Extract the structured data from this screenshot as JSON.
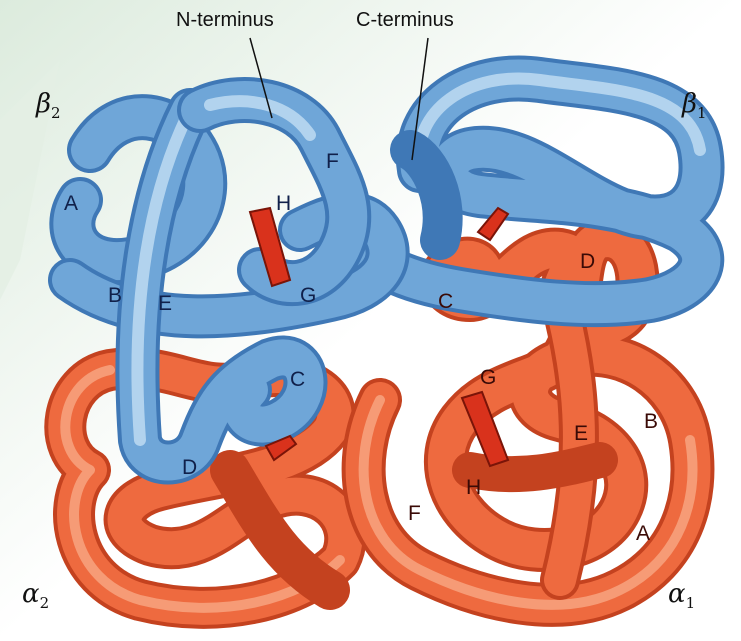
{
  "colors": {
    "beta_chain": "#6fa6d8",
    "beta_chain_highlight": "#b9d8f1",
    "beta_chain_dark": "#3f78b6",
    "alpha_chain": "#ee6a3f",
    "alpha_chain_highlight": "#f8a884",
    "alpha_chain_dark": "#c4421f",
    "heme": "#d9321c",
    "background_tint": "#e7f1e8"
  },
  "terminus_labels": {
    "n_terminus": "N-terminus",
    "c_terminus": "C-terminus"
  },
  "subunits": {
    "beta2": {
      "symbol": "β",
      "subscript": "2"
    },
    "beta1": {
      "symbol": "β",
      "subscript": "1"
    },
    "alpha2": {
      "symbol": "α",
      "subscript": "2"
    },
    "alpha1": {
      "symbol": "α",
      "subscript": "1"
    }
  },
  "helix_labels": {
    "beta2": [
      "A",
      "B",
      "E",
      "F",
      "H",
      "G",
      "C",
      "D"
    ],
    "beta1": [
      "C",
      "D"
    ],
    "alpha1": [
      "G",
      "E",
      "B",
      "H",
      "F",
      "A"
    ]
  }
}
